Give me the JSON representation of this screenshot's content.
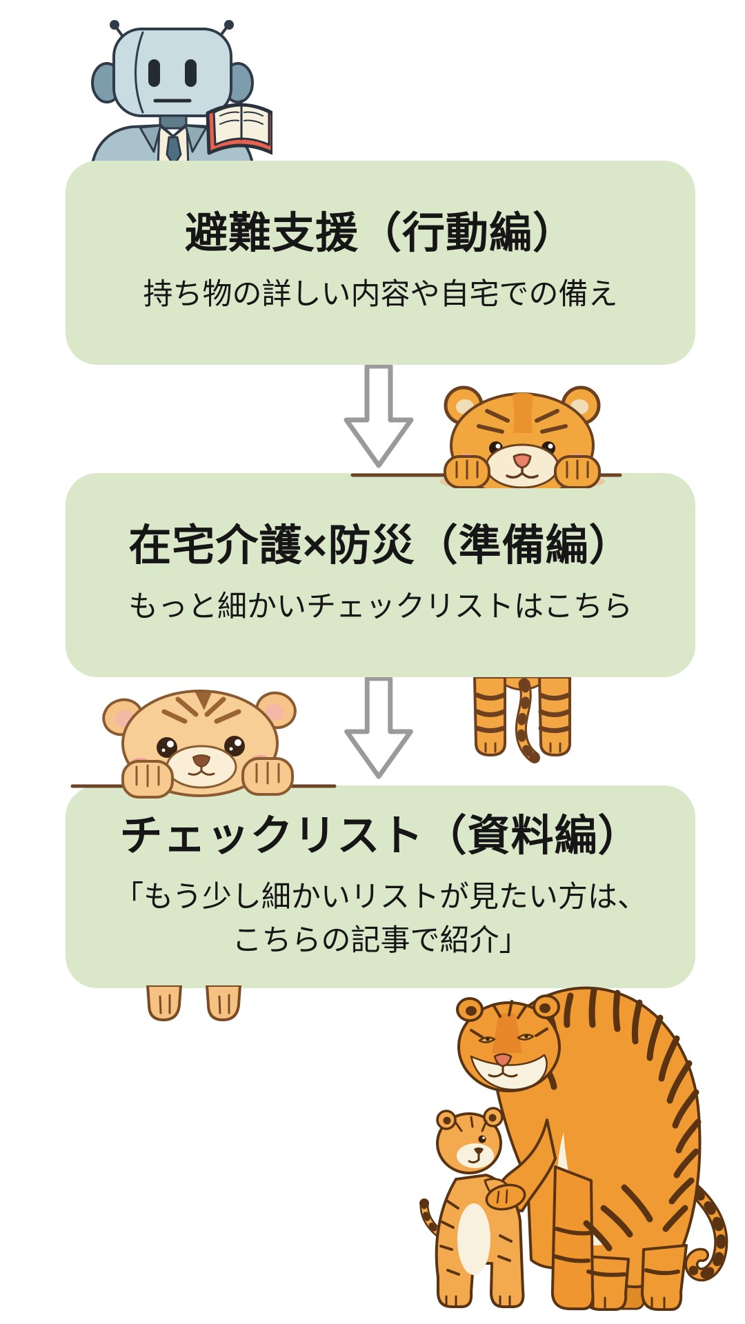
{
  "colors": {
    "box_bg": "#dbe7c9",
    "text": "#161616",
    "arrow_outline": "#9a9a9a",
    "tiger_orange": "#f2a63e",
    "tiger_stripe_brown": "#6d4120",
    "robot_blue": "#c9dce1",
    "book_red": "#e8604f"
  },
  "icons": {
    "robot": "robot-reading-book-icon",
    "arrow": "down-arrow-icon",
    "tiger_peek": "tiger-peeking-icon",
    "tiger_legs": "tiger-hind-legs-icon",
    "cub_peek": "tiger-cub-peeking-icon",
    "cub_paws": "tiger-paws-hanging-icon",
    "family": "mother-tiger-and-cub-icon"
  },
  "sections": [
    {
      "title": "避難支援（行動編）",
      "subtitle": "持ち物の詳しい内容や自宅での備え"
    },
    {
      "title": "在宅介護×防災（準備編）",
      "subtitle": "もっと細かいチェックリストはこちら"
    },
    {
      "title": "チェックリスト（資料編）",
      "subtitle": "「もう少し細かいリストが見たい方は、\nこちらの記事で紹介」"
    }
  ]
}
